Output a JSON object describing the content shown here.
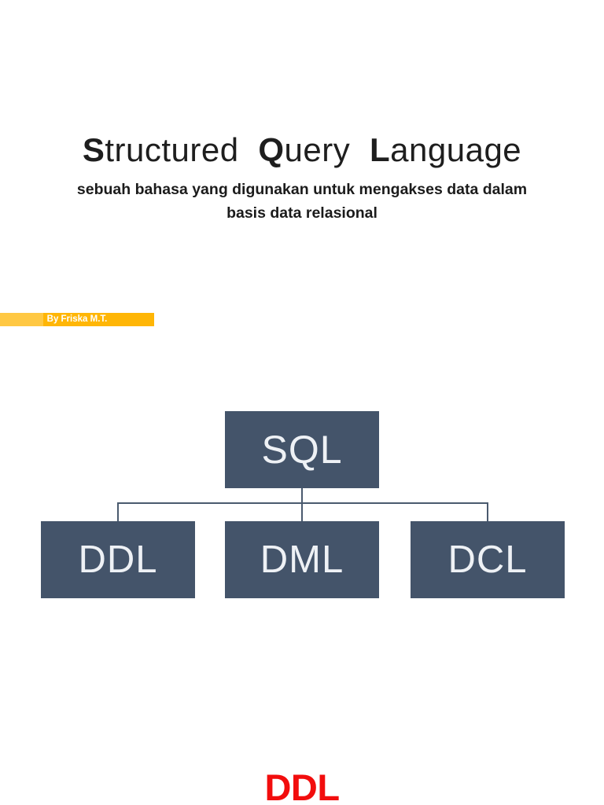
{
  "page": {
    "background": "#ffffff",
    "kind": "presentation slide page"
  },
  "title": {
    "full_text": "Structured Query Language",
    "words": [
      {
        "initial": "S",
        "rest": "tructured"
      },
      {
        "initial": "Q",
        "rest": "uery"
      },
      {
        "initial": "L",
        "rest": "anguage"
      }
    ],
    "color": "#1e1e1e"
  },
  "subtitle": {
    "line1": "sebuah bahasa yang digunakan untuk mengakses data dalam",
    "line2": "basis data relasional",
    "color": "#1b1b1b"
  },
  "author_badge": {
    "label": "By Friska M.T.",
    "bg_color": "#ffb606",
    "accent_color": "#ffc843",
    "text_color": "#ffffff"
  },
  "diagram": {
    "type": "org-chart",
    "root": {
      "label": "SQL"
    },
    "children": [
      {
        "label": "DDL"
      },
      {
        "label": "DML"
      },
      {
        "label": "DCL"
      }
    ],
    "node_fill": "#44546a",
    "node_text_color": "#eef1f5",
    "connector_color": "#4a5a6e"
  },
  "next_section": {
    "label": "DDL",
    "color": "#f20d0d"
  }
}
